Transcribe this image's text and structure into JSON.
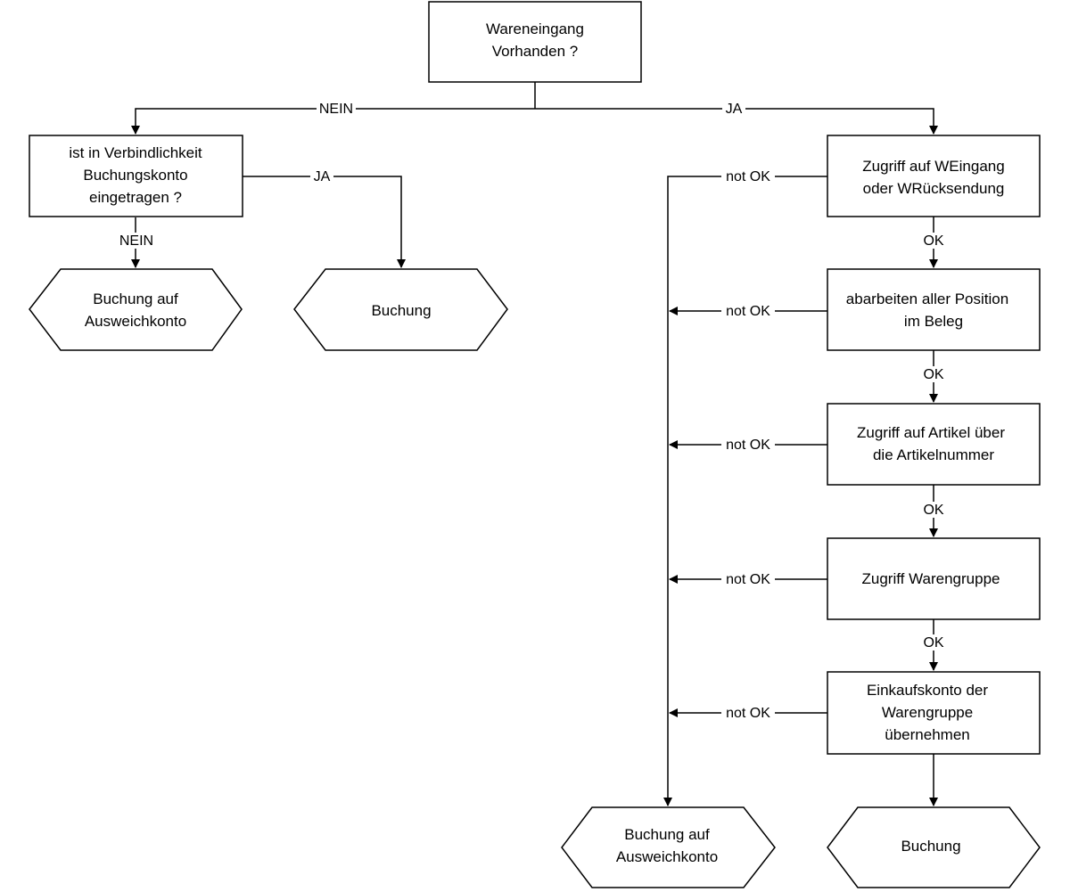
{
  "nodes": {
    "start": [
      "Wareneingang",
      "Vorhanden ?"
    ],
    "check_account": [
      "ist in Verbindlichkeit",
      "Buchungskonto",
      "eingetragen ?"
    ],
    "left_alt_booking": [
      "Buchung auf",
      "Ausweichkonto"
    ],
    "left_booking": [
      "Buchung"
    ],
    "access_receipt": [
      "Zugriff auf WEingang",
      "oder WRücksendung"
    ],
    "process_positions": [
      "abarbeiten aller Position",
      "im Beleg"
    ],
    "access_article": [
      "Zugriff auf Artikel über",
      "die Artikelnummer"
    ],
    "access_group": [
      "Zugriff Warengruppe"
    ],
    "purchase_account": [
      "Einkaufskonto der",
      "Warengruppe",
      "übernehmen"
    ],
    "bottom_alt_booking": [
      "Buchung auf",
      "Ausweichkonto"
    ],
    "bottom_booking": [
      "Buchung"
    ]
  },
  "edge_labels": {
    "nein": "NEIN",
    "ja": "JA",
    "ok": "OK",
    "not_ok": "not OK"
  }
}
